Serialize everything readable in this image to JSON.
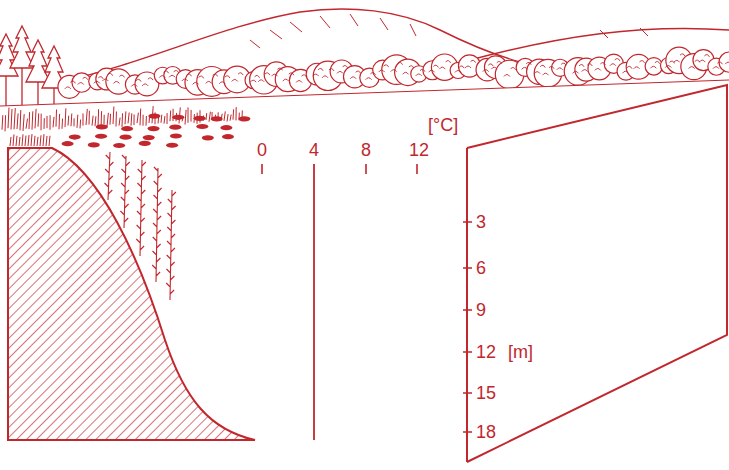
{
  "diagram": {
    "labels": [
      "0",
      "4",
      "8",
      "12",
      "[°C]",
      "3",
      "6",
      "9",
      "12",
      "15",
      "18",
      "[m]"
    ]
  }
}
